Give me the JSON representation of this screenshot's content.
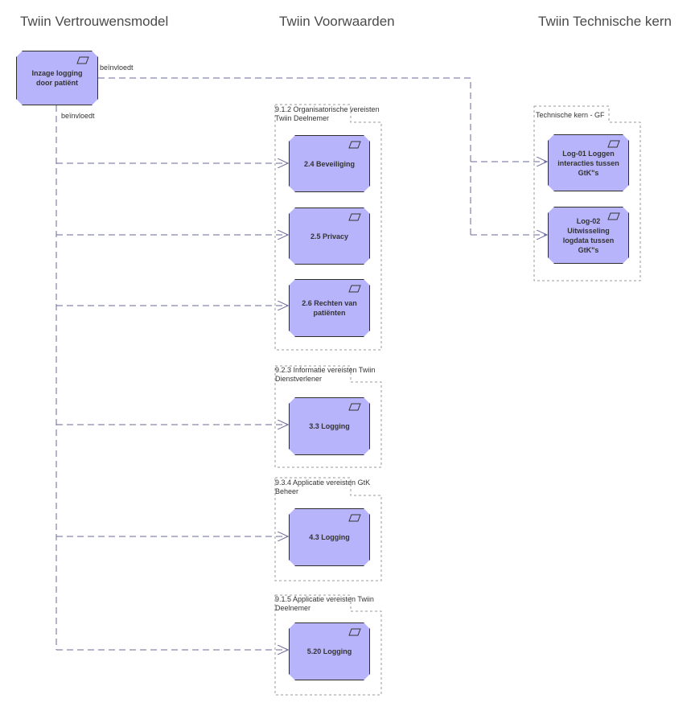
{
  "columns": {
    "vertrouwensmodel": "Twiin Vertrouwensmodel",
    "voorwaarden": "Twiin Voorwaarden",
    "technische_kern": "Twiin Technische kern"
  },
  "source_node": {
    "label": "Inzage logging door patiënt"
  },
  "relations": {
    "right_label": "beïnvloedt",
    "down_label": "beïnvloedt"
  },
  "groups": [
    {
      "label": "9.1.2 Organisatorische vereisten Twiin Deelnemer",
      "nodes": [
        "2.4 Beveiliging",
        "2.5 Privacy",
        "2.6 Rechten van patiënten"
      ]
    },
    {
      "label": "9.2.3 Informatie vereisten Twiin Dienstverlener",
      "nodes": [
        "3.3 Logging"
      ]
    },
    {
      "label": "9.3.4 Applicatie vereisten GtK Beheer",
      "nodes": [
        "4.3 Logging"
      ]
    },
    {
      "label": "9.1.5 Applicatie vereisten Twiin Deelnemer",
      "nodes": [
        "5.20 Logging"
      ]
    },
    {
      "label": "Technische kern - GF",
      "nodes": [
        "Log-01 Loggen interacties tussen GtK\"s",
        "Log-02 Uitwisseling logdata tussen GtK\"s"
      ]
    }
  ],
  "colors": {
    "node_fill": "#b8b4fb",
    "node_border": "#2e2e2e",
    "connector": "#6a6a9a",
    "group_border": "#9a9a9a"
  }
}
